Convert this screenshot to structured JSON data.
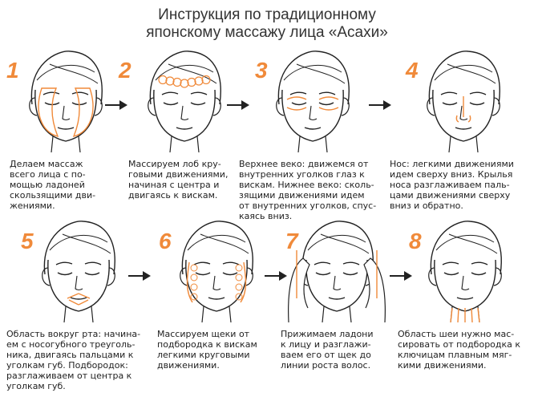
{
  "title": {
    "line1": "Инструкция по традиционному",
    "line2": "японскому массажу лица «Асахи»"
  },
  "steps": [
    {
      "number": "1",
      "text": "Делаем массаж\nвсего лица с по-\nмощью ладоней\nскользящими дви-\nжениями."
    },
    {
      "number": "2",
      "text": "Массируем лоб кру-\nговыми движениями,\nначиная с центра и\nдвигаясь к вискам."
    },
    {
      "number": "3",
      "text": "Верхнее веко: движемся от\nвнутренних уголков глаз к\nвискам. Нижнее веко: сколь-\nзящими движениями идем\nот внутренних уголков, спус-\nкаясь вниз."
    },
    {
      "number": "4",
      "text": "Нос: легкими движениями\nидем сверху вниз. Крылья\nноса разглаживаем паль-\nцами движениями сверху\nвниз и обратно."
    },
    {
      "number": "5",
      "text": "Область вокруг рта: начина-\nем с носогубного треуголь-\nника, двигаясь пальцами к\nуголкам губ. Подбородок:\nразглаживаем от центра к\nуголкам губ."
    },
    {
      "number": "6",
      "text": "Массируем щеки от\nподбородка к вискам\nлегкими круговыми\nдвижениями."
    },
    {
      "number": "7",
      "text": "Прижимаем ладони\nк лицу и разглажи-\nваем его от щек до\nлинии роста волос."
    },
    {
      "number": "8",
      "text": "Область шеи нужно мас-\nсировать от подбородка к\nключицам плавным мяг-\nкими движениями."
    }
  ],
  "colors": {
    "accent": "#f08a3a",
    "line": "#222222"
  },
  "icons": [
    "face-illustration",
    "arrow-right-icon"
  ]
}
